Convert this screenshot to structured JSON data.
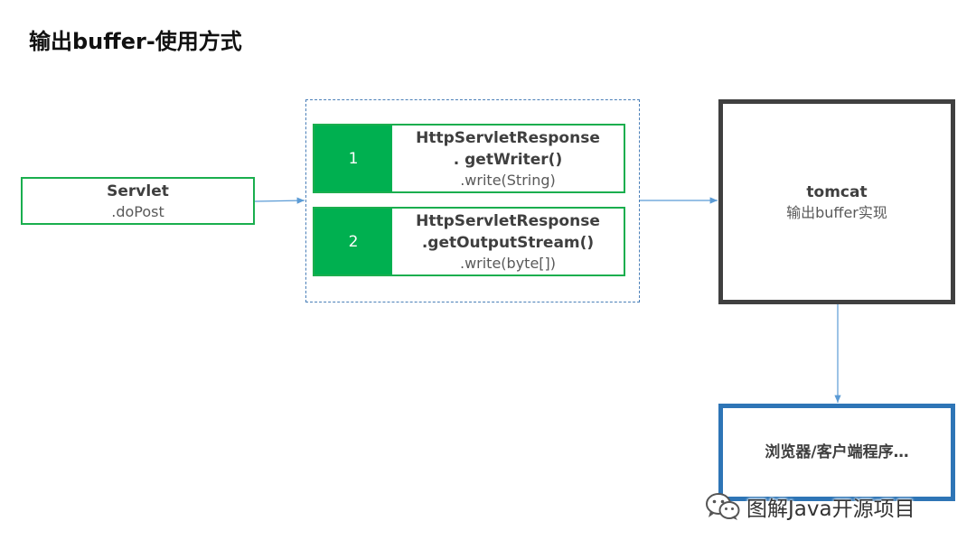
{
  "title": "输出buffer-使用方式",
  "servlet": {
    "name": "Servlet",
    "method": ".doPost"
  },
  "methods": [
    {
      "number": "1",
      "line1": "HttpServletResponse",
      "line2": ". getWriter()",
      "line3": ".write(String)"
    },
    {
      "number": "2",
      "line1": "HttpServletResponse",
      "line2": ".getOutputStream()",
      "line3": ".write(byte[])"
    }
  ],
  "tomcat": {
    "name": "tomcat",
    "desc": "输出buffer实现"
  },
  "client": {
    "label": "浏览器/客户端程序…"
  },
  "watermark": {
    "text": "图解Java开源项目",
    "icon": "wechat-icon"
  },
  "colors": {
    "green_border": "#1aae4e",
    "green_fill": "#00b050",
    "tomcat_border": "#404040",
    "client_border": "#2e75b6",
    "arrow": "#5b9bd5"
  }
}
